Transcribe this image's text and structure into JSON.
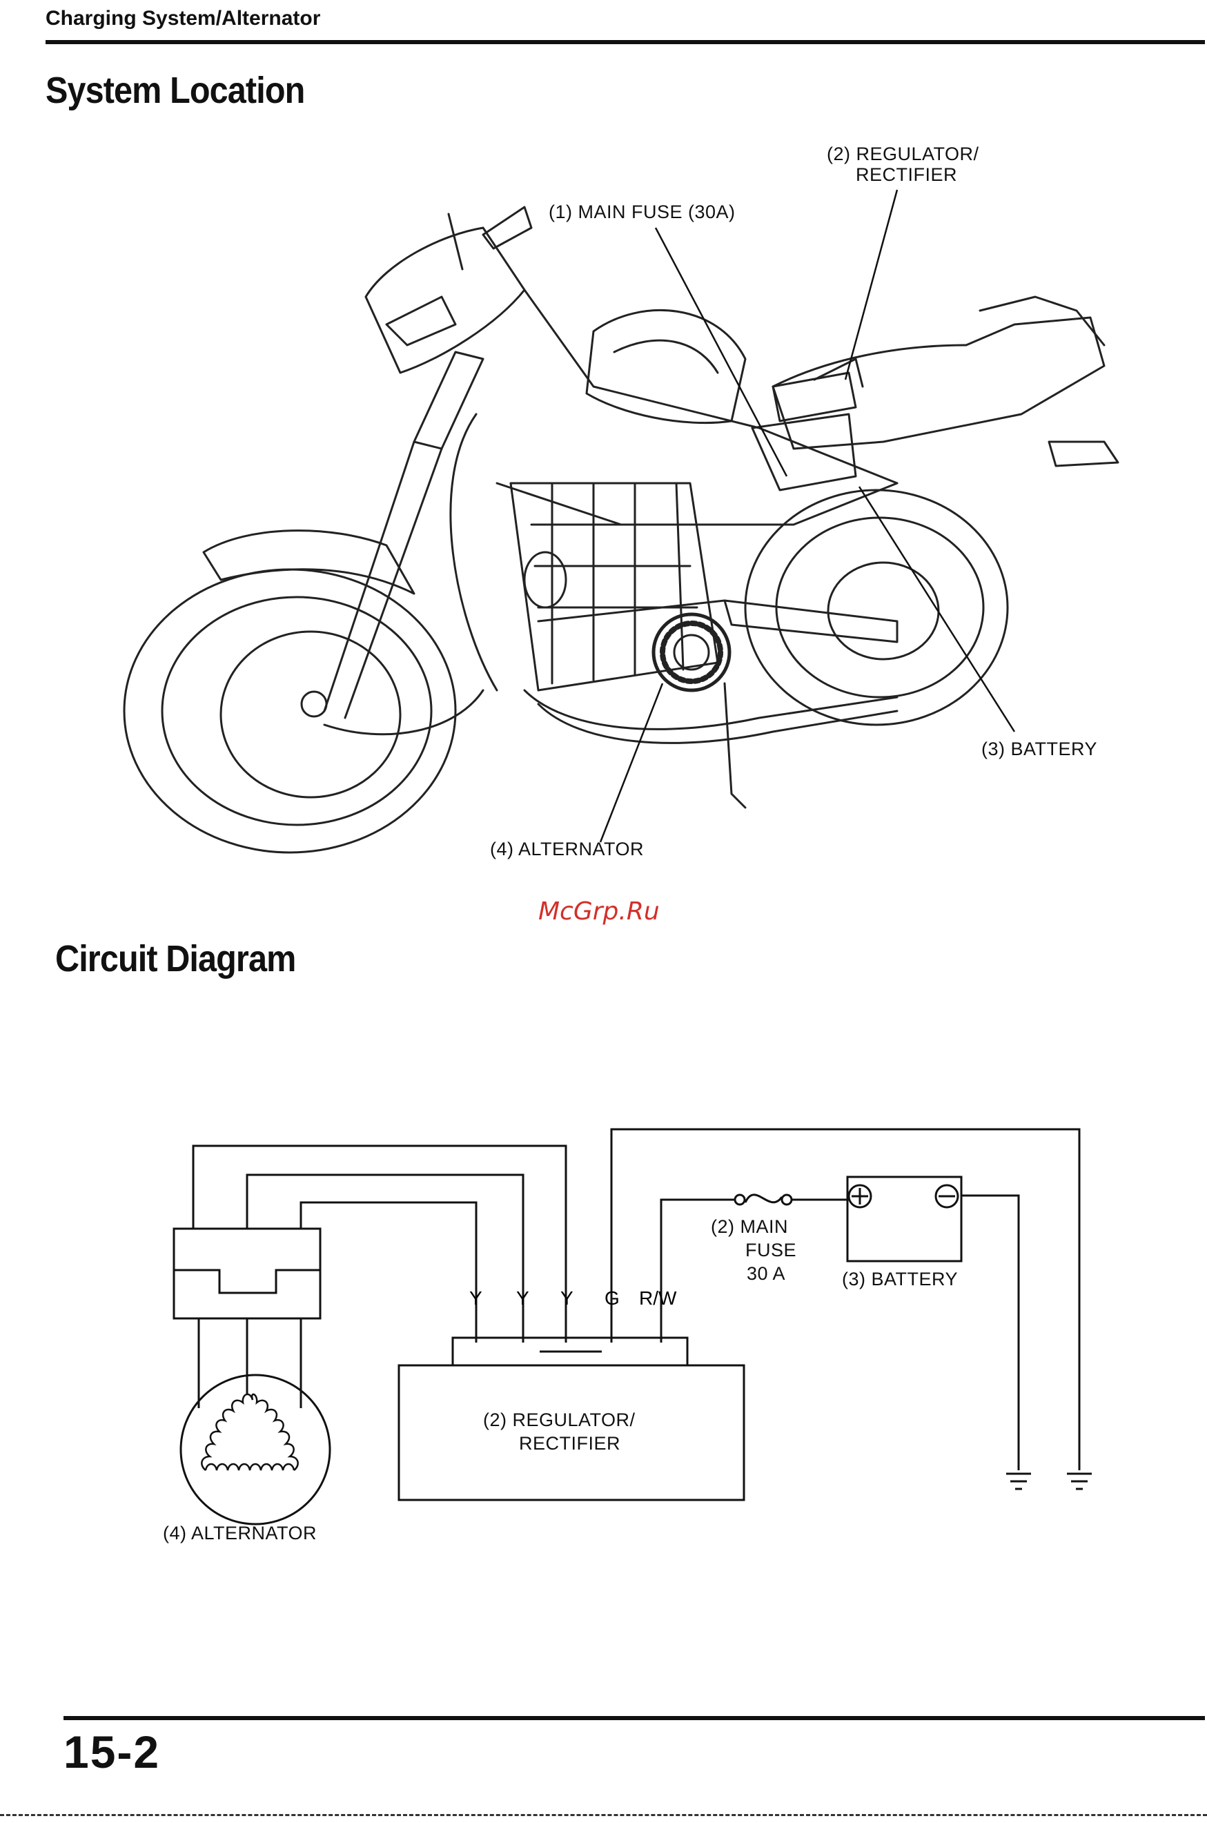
{
  "header": {
    "title": "Charging System/Alternator"
  },
  "sections": {
    "location_title": "System Location",
    "circuit_title": "Circuit Diagram"
  },
  "location_callouts": {
    "main_fuse": "(1) MAIN FUSE (30A)",
    "regulator_line1": "(2) REGULATOR/",
    "regulator_line2": "RECTIFIER",
    "battery": "(3) BATTERY",
    "alternator": "(4) ALTERNATOR"
  },
  "watermark": "McGrp.Ru",
  "circuit": {
    "wire_labels": [
      "Y",
      "Y",
      "Y",
      "G",
      "R/W"
    ],
    "fuse_line1": "(2) MAIN",
    "fuse_line2": "FUSE",
    "fuse_line3": "30 A",
    "battery": "(3) BATTERY",
    "regulator_line1": "(2) REGULATOR/",
    "regulator_line2": "RECTIFIER",
    "alternator": "(4) ALTERNATOR",
    "battery_plus": "⊕",
    "battery_minus": "⊖"
  },
  "footer": {
    "page_number": "15-2"
  },
  "icons": {
    "motorcycle": "motorcycle-illustration-icon",
    "ground": "ground-symbol-icon",
    "fuse": "fuse-symbol-icon",
    "coil": "stator-coil-icon"
  }
}
